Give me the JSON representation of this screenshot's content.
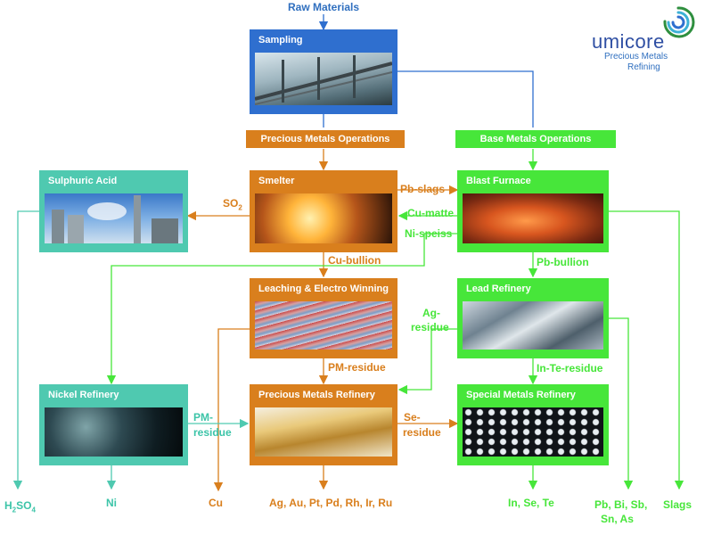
{
  "inputs": {
    "raw_materials": "Raw Materials"
  },
  "logo": {
    "name": "umicore",
    "tagline_1": "Precious Metals",
    "tagline_2": "Refining"
  },
  "sections": {
    "precious": "Precious  Metals Operations",
    "base": "Base  Metals Operations"
  },
  "boxes": {
    "sampling": "Sampling",
    "sulphuric_acid": "Sulphuric Acid",
    "smelter": "Smelter",
    "blast_furnace": "Blast Furnace",
    "leaching": "Leaching & Electro Winning",
    "lead_refinery": "Lead Refinery",
    "nickel_refinery": "Nickel Refinery",
    "pm_refinery": "Precious Metals Refinery",
    "special_refinery": "Special Metals Refinery"
  },
  "flows": {
    "so2": "SO",
    "so2_sub": "2",
    "pb_slags": "Pb-slags",
    "cu_matte": "Cu-matte",
    "ni_speiss": "Ni-speiss",
    "cu_bullion": "Cu-bullion",
    "pb_bullion": "Pb-bullion",
    "pm_residue": "PM-residue",
    "ag_residue_1": "Ag-",
    "ag_residue_2": "residue",
    "in_te_residue": "In-Te-residue",
    "pm_residue_left_1": "PM-",
    "pm_residue_left_2": "residue",
    "se_residue_1": "Se-",
    "se_residue_2": "residue"
  },
  "outputs": {
    "h2so4_pre": "H",
    "h2so4_sub1": "2",
    "h2so4_mid": "SO",
    "h2so4_sub2": "4",
    "ni": "Ni",
    "cu": "Cu",
    "precious": "Ag, Au, Pt, Pd, Rh, Ir, Ru",
    "in_se_te": "In, Se, Te",
    "pb_bi_1": "Pb, Bi, Sb,",
    "pb_bi_2": "Sn, As",
    "slags": "Slags"
  },
  "colors": {
    "blue": "#2f6fcf",
    "orange": "#d97f1d",
    "green": "#47e63a",
    "teal": "#4fc9b0",
    "text_blue": "#2f6fbf",
    "text_orange": "#d97f1d",
    "text_green": "#3fd735",
    "text_teal": "#3cc4a8"
  }
}
